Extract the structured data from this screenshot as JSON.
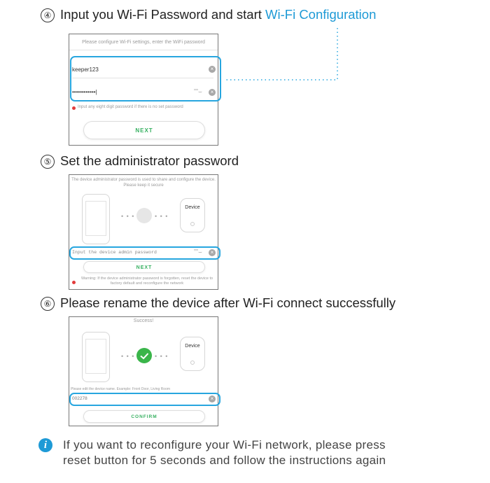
{
  "step4": {
    "number": "④",
    "text": "Input you Wi-Fi Password and start ",
    "accent": "Wi-Fi Configuration",
    "screen": {
      "prompt": "Please configure Wi-Fi settings, enter the WiFi password",
      "ssid_value": "keeper123",
      "password_value": "••••••••••••|",
      "hint": "Input any eight digit password if there is no set password",
      "next_label": "NEXT"
    }
  },
  "step5": {
    "number": "⑤",
    "text": "Set the administrator password",
    "screen": {
      "prompt": "The device administrator password is used to share and configure the device. Please keep it secure",
      "device_label": "Device",
      "admin_placeholder": "Input the device admin password",
      "next_label": "NEXT",
      "warning": "Warning: If the device administrator password is forgotten, reset the device to factory default and reconfigure the network"
    }
  },
  "step6": {
    "number": "⑥",
    "text": "Please rename the device after Wi-Fi connect successfully",
    "screen": {
      "status": "Success!",
      "device_label": "Device",
      "rename_prompt": "Please edit the device name. Example: Front Door, Living Room",
      "name_value": "002278",
      "confirm_label": "CONFIRM"
    }
  },
  "note": {
    "icon": "info-icon",
    "line1": "If you want to reconfigure your Wi-Fi network, please press",
    "line2": "reset button for 5 seconds and follow the instructions again"
  },
  "colors": {
    "accent": "#1e9ad6",
    "success": "#3ab54a",
    "highlight": "#27a6df"
  }
}
